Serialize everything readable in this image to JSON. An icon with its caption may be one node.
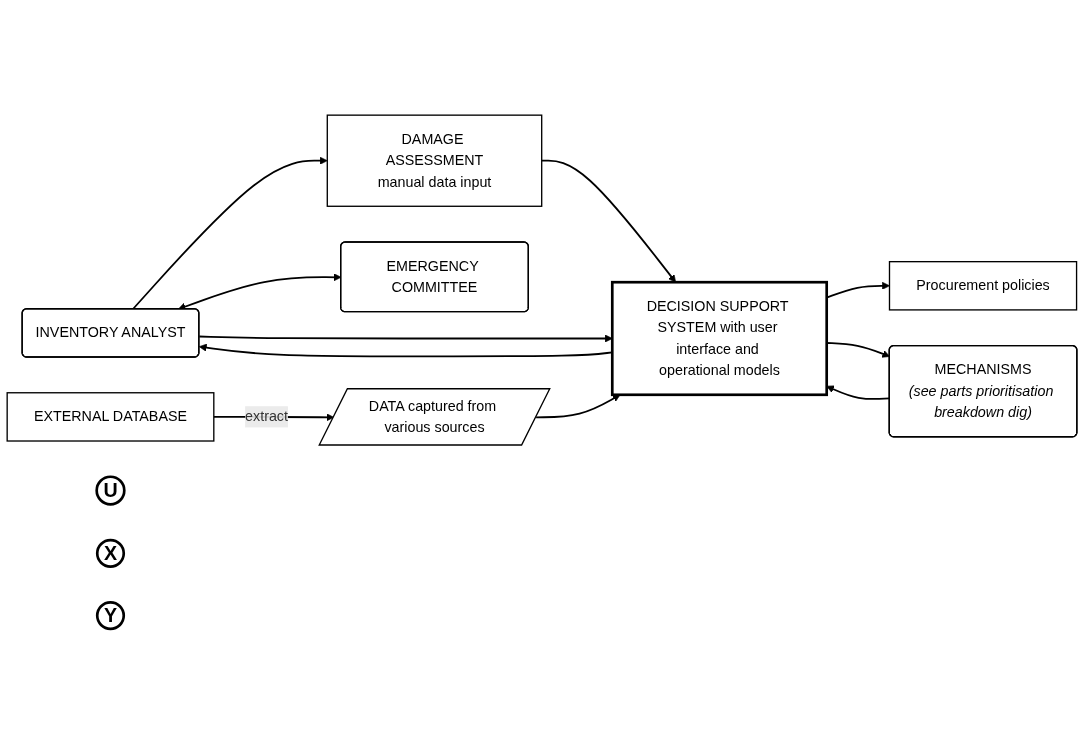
{
  "diagram": {
    "nodes": [
      {
        "text": [
          "INVENTORY ANALYST"
        ]
      },
      {
        "text": [
          "EMERGENCY COMMITTEE"
        ]
      },
      {
        "text": [
          "DAMAGE ASSESSMENT",
          "manual data input"
        ]
      },
      {
        "text": [
          "DECISION SUPPORT SYSTEM with user interface and operational models"
        ]
      },
      {
        "text": [
          "Procurement policies"
        ]
      },
      {
        "text": [
          "EXTERNAL DATABASE"
        ]
      },
      {
        "text": [
          "DATA captured from various sources"
        ]
      },
      {
        "text": [
          "MECHANISMS",
          "(see parts prioritisation breakdown dig)"
        ]
      },
      {
        "text": [
          "U"
        ]
      },
      {
        "text": [
          "X"
        ]
      },
      {
        "text": [
          "Y"
        ]
      }
    ],
    "edges": [
      {
        "from": 0,
        "to": 2,
        "arrow": "to"
      },
      {
        "from": 0,
        "to": 1,
        "arrow": "both"
      },
      {
        "from": 0,
        "to": 3,
        "arrow": "to"
      },
      {
        "from": 3,
        "to": 0,
        "arrow": "to"
      },
      {
        "from": 2,
        "to": 3,
        "arrow": "to"
      },
      {
        "from": 5,
        "to": 6,
        "arrow": "to",
        "label": "extract"
      },
      {
        "from": 6,
        "to": 3,
        "arrow": "to"
      },
      {
        "from": 3,
        "to": 4,
        "arrow": "to"
      },
      {
        "from": 3,
        "to": 7,
        "arrow": "to"
      },
      {
        "from": 7,
        "to": 3,
        "arrow": "to"
      }
    ]
  }
}
